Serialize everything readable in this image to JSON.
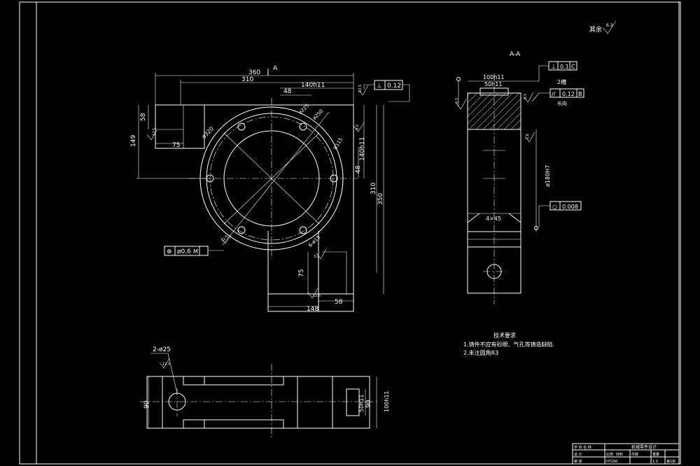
{
  "sheet": {
    "background": "#000000",
    "line_color": "#ffffff"
  },
  "roughness_note": {
    "label": "其余",
    "value": "6.3"
  },
  "plan_view": {
    "section_mark": "A",
    "dims": {
      "d360": "360",
      "d310": "310",
      "d140h11_top": "140h11",
      "d48_top": "48",
      "d58_left": "58",
      "d149": "149",
      "d75_left": "75",
      "d140h11_right": "140h11",
      "d48_right": "48",
      "d310_right": "310",
      "d350": "350",
      "d75_bottom": "75",
      "d148": "148",
      "d58_bottom": "58"
    },
    "circle_labels": {
      "dia320": "ø320",
      "dia225": "ø225",
      "dia250": "ø250",
      "dia6_15": "6-ø15",
      "r115": "R115"
    },
    "tolerance_top": {
      "symbol": "⊥",
      "value": "0.12"
    },
    "position_tol": {
      "symbol": "⊕",
      "value": "ø0.6",
      "mod": "M"
    },
    "rough_marks": [
      "12.5",
      "12.5",
      "3.2",
      "3.2",
      "12.5",
      "12.5"
    ]
  },
  "section_view": {
    "title": "A-A",
    "dims": {
      "d100h11": "100h11",
      "d50h11": "50h11",
      "d180H7": "ø180H7",
      "d4x45": "4×45",
      "d2slot": "2槽",
      "both_sides": "长向"
    },
    "tol_perp": {
      "symbol": "⊥",
      "value": "0.1",
      "datum": "C"
    },
    "tol_parallel": {
      "symbol": "//",
      "value": "0.12",
      "datum": "B"
    },
    "tol_circ": {
      "symbol": "○",
      "value": "0.008"
    },
    "rough_marks": [
      "6.3",
      "6.3",
      "1.6"
    ]
  },
  "bottom_view": {
    "hole_label": "2-ø25",
    "rough": "12.5",
    "d90": "90",
    "d50h11": "50h11",
    "d90_right": "90",
    "d100h11": "100h11"
  },
  "tech_requirements": {
    "title": "技术要求",
    "items": [
      "1.铸件不应有砂眼、气孔等铸造缺陷.",
      "2.未注圆角R3"
    ]
  },
  "title_block": {
    "rows": [
      "学 校 名 称",
      "设 计",
      "审 核"
    ],
    "name": "机械零件设计",
    "cols": [
      "比例",
      "材料",
      "件数",
      "重量"
    ],
    "code": "HT200",
    "scale": "1:1",
    "sheet": "第1张"
  }
}
